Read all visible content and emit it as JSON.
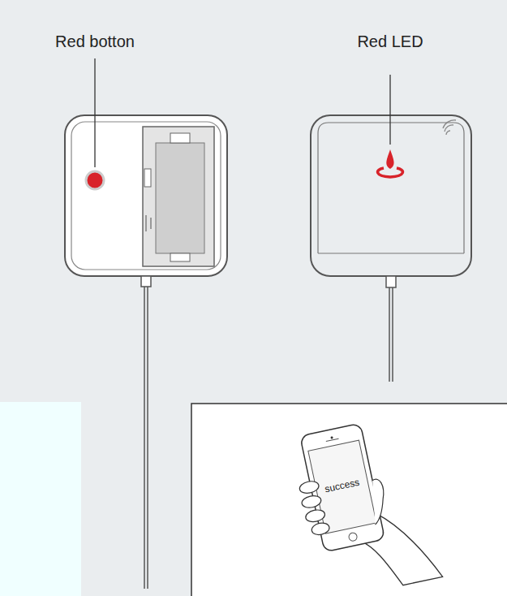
{
  "diagram": {
    "labels": [
      "Red botton",
      "Red LED",
      "success"
    ]
  }
}
